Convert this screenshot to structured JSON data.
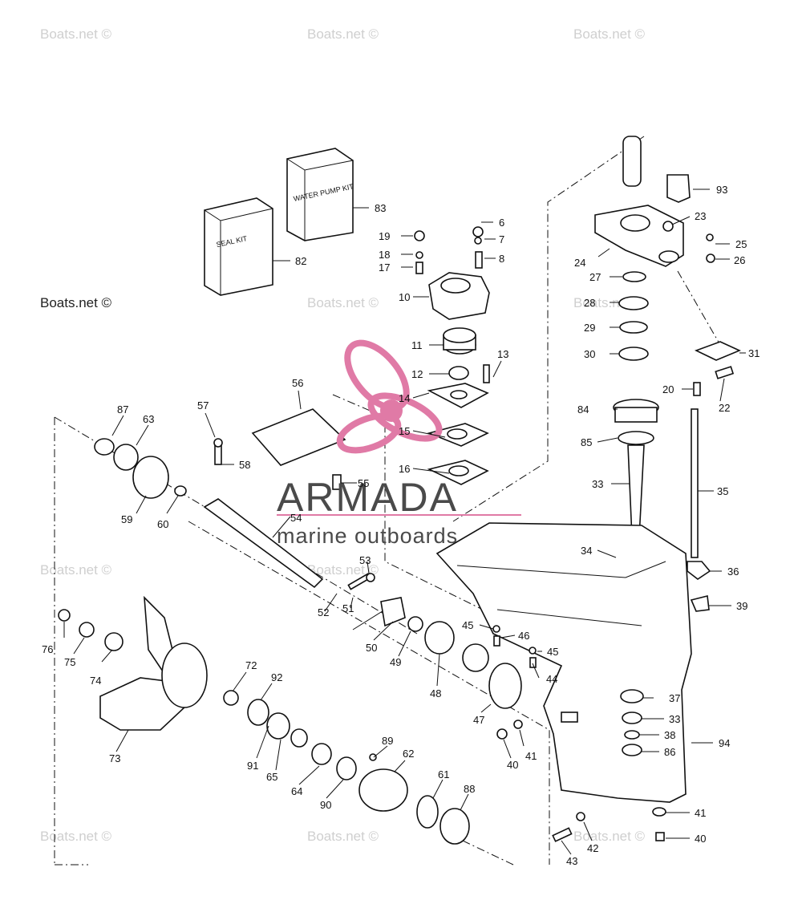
{
  "watermark": "Boats.net ©",
  "brand": {
    "name": "ARMADA",
    "tagline": "marine outboards",
    "accent": "#e07aa6"
  },
  "kits": {
    "seal_kit": "SEAL KIT",
    "water_pump_kit": "WATER PUMP KIT"
  },
  "callouts": [
    {
      "n": "93"
    },
    {
      "n": "6"
    },
    {
      "n": "19"
    },
    {
      "n": "7"
    },
    {
      "n": "18"
    },
    {
      "n": "8"
    },
    {
      "n": "17"
    },
    {
      "n": "83"
    },
    {
      "n": "82"
    },
    {
      "n": "23"
    },
    {
      "n": "25"
    },
    {
      "n": "24"
    },
    {
      "n": "26"
    },
    {
      "n": "27"
    },
    {
      "n": "10"
    },
    {
      "n": "28"
    },
    {
      "n": "29"
    },
    {
      "n": "11"
    },
    {
      "n": "30"
    },
    {
      "n": "31"
    },
    {
      "n": "13"
    },
    {
      "n": "12"
    },
    {
      "n": "20"
    },
    {
      "n": "14"
    },
    {
      "n": "22"
    },
    {
      "n": "56"
    },
    {
      "n": "87"
    },
    {
      "n": "63"
    },
    {
      "n": "57"
    },
    {
      "n": "84"
    },
    {
      "n": "15"
    },
    {
      "n": "85"
    },
    {
      "n": "16"
    },
    {
      "n": "58"
    },
    {
      "n": "55"
    },
    {
      "n": "33"
    },
    {
      "n": "35"
    },
    {
      "n": "59"
    },
    {
      "n": "60"
    },
    {
      "n": "54"
    },
    {
      "n": "34"
    },
    {
      "n": "53"
    },
    {
      "n": "36"
    },
    {
      "n": "52"
    },
    {
      "n": "51"
    },
    {
      "n": "39"
    },
    {
      "n": "45"
    },
    {
      "n": "46"
    },
    {
      "n": "76"
    },
    {
      "n": "45"
    },
    {
      "n": "50"
    },
    {
      "n": "75"
    },
    {
      "n": "49"
    },
    {
      "n": "74"
    },
    {
      "n": "72"
    },
    {
      "n": "44"
    },
    {
      "n": "92"
    },
    {
      "n": "48"
    },
    {
      "n": "37"
    },
    {
      "n": "47"
    },
    {
      "n": "33"
    },
    {
      "n": "38"
    },
    {
      "n": "41"
    },
    {
      "n": "94"
    },
    {
      "n": "89"
    },
    {
      "n": "86"
    },
    {
      "n": "73"
    },
    {
      "n": "91"
    },
    {
      "n": "62"
    },
    {
      "n": "40"
    },
    {
      "n": "65"
    },
    {
      "n": "61"
    },
    {
      "n": "64"
    },
    {
      "n": "88"
    },
    {
      "n": "90"
    },
    {
      "n": "41"
    },
    {
      "n": "42"
    },
    {
      "n": "40"
    },
    {
      "n": "43"
    }
  ]
}
